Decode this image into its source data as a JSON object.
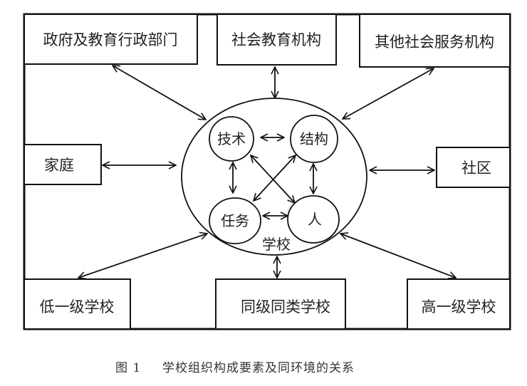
{
  "diagram": {
    "outer_boxes": {
      "gov": "政府及教育行政部门",
      "social_edu": "社会教育机构",
      "other_social": "其他社会服务机构",
      "family": "家庭",
      "community": "社区",
      "lower_school": "低一级学校",
      "peer_school": "同级同类学校",
      "higher_school": "高一级学校"
    },
    "school": {
      "label": "学校",
      "elements": {
        "technology": "技术",
        "structure": "结构",
        "task": "任务",
        "people": "人"
      }
    },
    "relations": [
      [
        "gov",
        "school"
      ],
      [
        "social_edu",
        "school"
      ],
      [
        "other_social",
        "school"
      ],
      [
        "family",
        "school"
      ],
      [
        "community",
        "school"
      ],
      [
        "lower_school",
        "school"
      ],
      [
        "peer_school",
        "school"
      ],
      [
        "higher_school",
        "school"
      ],
      [
        "technology",
        "structure"
      ],
      [
        "technology",
        "task"
      ],
      [
        "technology",
        "people"
      ],
      [
        "structure",
        "task"
      ],
      [
        "structure",
        "people"
      ],
      [
        "task",
        "people"
      ]
    ],
    "arrow_style": "bidirectional"
  },
  "caption": {
    "figure_no": "图 1",
    "title": "学校组织构成要素及同环境的关系"
  }
}
